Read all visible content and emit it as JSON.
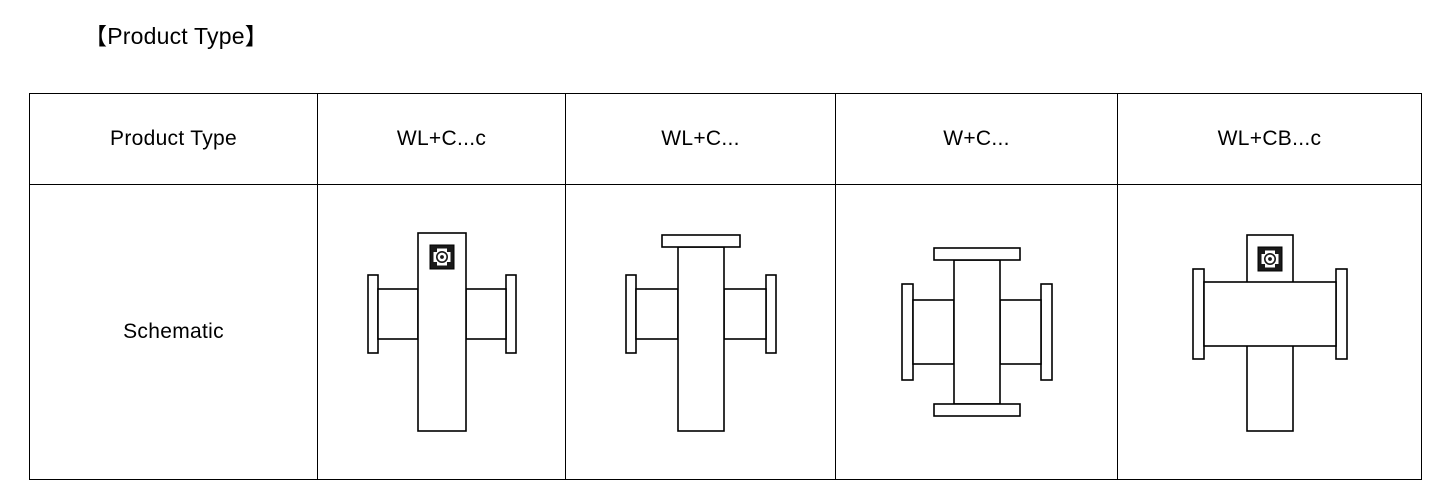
{
  "page": {
    "title": "【Product Type】"
  },
  "table": {
    "rows": [
      {
        "label": "Product Type",
        "cells": [
          "WL+C...c",
          "WL+C...",
          "W+C...",
          "WL+CB...c"
        ]
      },
      {
        "label": "Schematic",
        "cells": [
          "",
          "",
          "",
          ""
        ]
      }
    ],
    "schematics": [
      {
        "name": "waveguide-tee-with-coax-connector",
        "has_connector": true,
        "top_flange": false,
        "bottom_flange": false,
        "side_flanges": true,
        "wide_horizontal_band": false
      },
      {
        "name": "waveguide-tee-with-top-flange",
        "has_connector": false,
        "top_flange": true,
        "bottom_flange": false,
        "side_flanges": true,
        "wide_horizontal_band": false
      },
      {
        "name": "waveguide-cross-four-flanges",
        "has_connector": false,
        "top_flange": true,
        "bottom_flange": true,
        "side_flanges": true,
        "wide_horizontal_band": false
      },
      {
        "name": "waveguide-cross-with-coax-connector-wide-band",
        "has_connector": true,
        "top_flange": false,
        "bottom_flange": false,
        "side_flanges": true,
        "wide_horizontal_band": true
      }
    ],
    "colors": {
      "border": "#000000",
      "background": "#ffffff",
      "text": "#000000",
      "connector": "#1a1a1a"
    }
  }
}
